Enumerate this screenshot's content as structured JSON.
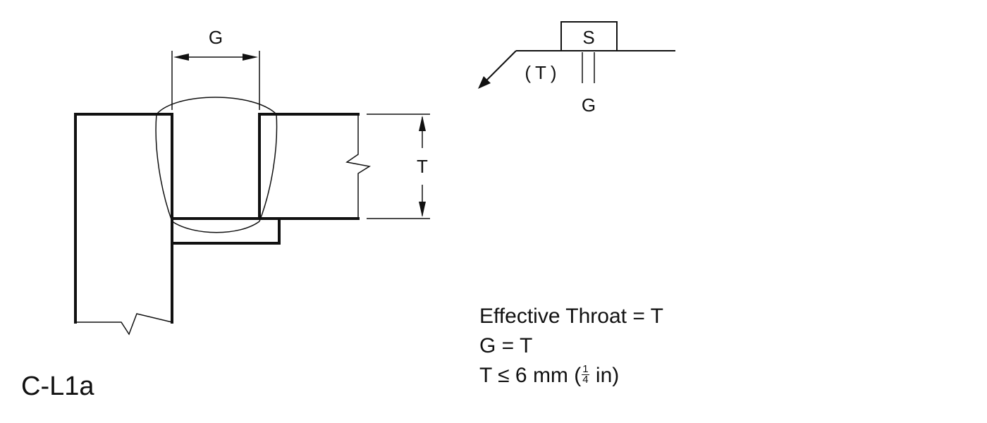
{
  "joint": {
    "designation": "C-L1a",
    "root_opening_label": "G",
    "thickness_label": "T"
  },
  "weld_symbol": {
    "weld_size_label": "S",
    "effective_throat_label": "(T)",
    "groove_opening_label": "G"
  },
  "notes": {
    "effective_throat": "Effective Throat = T",
    "g_equals": "G = T",
    "t_limit_prefix": "T ≤ 6 mm (",
    "t_limit_frac_num": "1",
    "t_limit_frac_den": "4",
    "t_limit_suffix": " in)"
  }
}
